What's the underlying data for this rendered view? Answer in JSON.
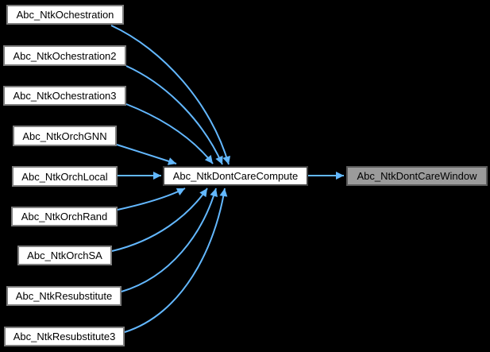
{
  "diagram": {
    "type": "caller-graph",
    "background_color": "#000000",
    "arrow_color": "#63b8ff",
    "node_fill": "#ffffff",
    "current_node_fill": "#9b9b9b",
    "callers": [
      {
        "label": "Abc_NtkOchestration"
      },
      {
        "label": "Abc_NtkOchestration2"
      },
      {
        "label": "Abc_NtkOchestration3"
      },
      {
        "label": "Abc_NtkOrchGNN"
      },
      {
        "label": "Abc_NtkOrchLocal"
      },
      {
        "label": "Abc_NtkOrchRand"
      },
      {
        "label": "Abc_NtkOrchSA"
      },
      {
        "label": "Abc_NtkResubstitute"
      },
      {
        "label": "Abc_NtkResubstitute3"
      }
    ],
    "center": {
      "label": "Abc_NtkDontCareCompute"
    },
    "current": {
      "label": "Abc_NtkDontCareWindow"
    },
    "edges": [
      {
        "from": "Abc_NtkOchestration",
        "to": "Abc_NtkDontCareCompute"
      },
      {
        "from": "Abc_NtkOchestration2",
        "to": "Abc_NtkDontCareCompute"
      },
      {
        "from": "Abc_NtkOchestration3",
        "to": "Abc_NtkDontCareCompute"
      },
      {
        "from": "Abc_NtkOrchGNN",
        "to": "Abc_NtkDontCareCompute"
      },
      {
        "from": "Abc_NtkOrchLocal",
        "to": "Abc_NtkDontCareCompute"
      },
      {
        "from": "Abc_NtkOrchRand",
        "to": "Abc_NtkDontCareCompute"
      },
      {
        "from": "Abc_NtkOrchSA",
        "to": "Abc_NtkDontCareCompute"
      },
      {
        "from": "Abc_NtkResubstitute",
        "to": "Abc_NtkDontCareCompute"
      },
      {
        "from": "Abc_NtkResubstitute3",
        "to": "Abc_NtkDontCareCompute"
      },
      {
        "from": "Abc_NtkDontCareCompute",
        "to": "Abc_NtkDontCareWindow"
      }
    ]
  }
}
